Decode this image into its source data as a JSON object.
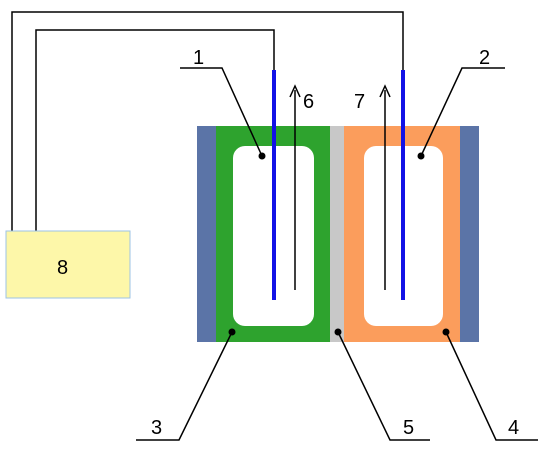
{
  "diagram": {
    "labels": {
      "electrode_left": "1",
      "electrode_right": "2",
      "chamber_left": "3",
      "chamber_right": "4",
      "membrane": "5",
      "outlet_left": "6",
      "outlet_right": "7",
      "power_source": "8"
    },
    "colors": {
      "end_plate": "#5b74a7",
      "chamber_left": "#2ea32e",
      "chamber_right": "#fb9d5c",
      "membrane": "#c8c8c8",
      "electrode": "#1212e6",
      "power_source_fill": "#fdf7a9",
      "power_source_stroke": "#9dc3e6",
      "wire": "#000000",
      "leader": "#000000"
    }
  }
}
